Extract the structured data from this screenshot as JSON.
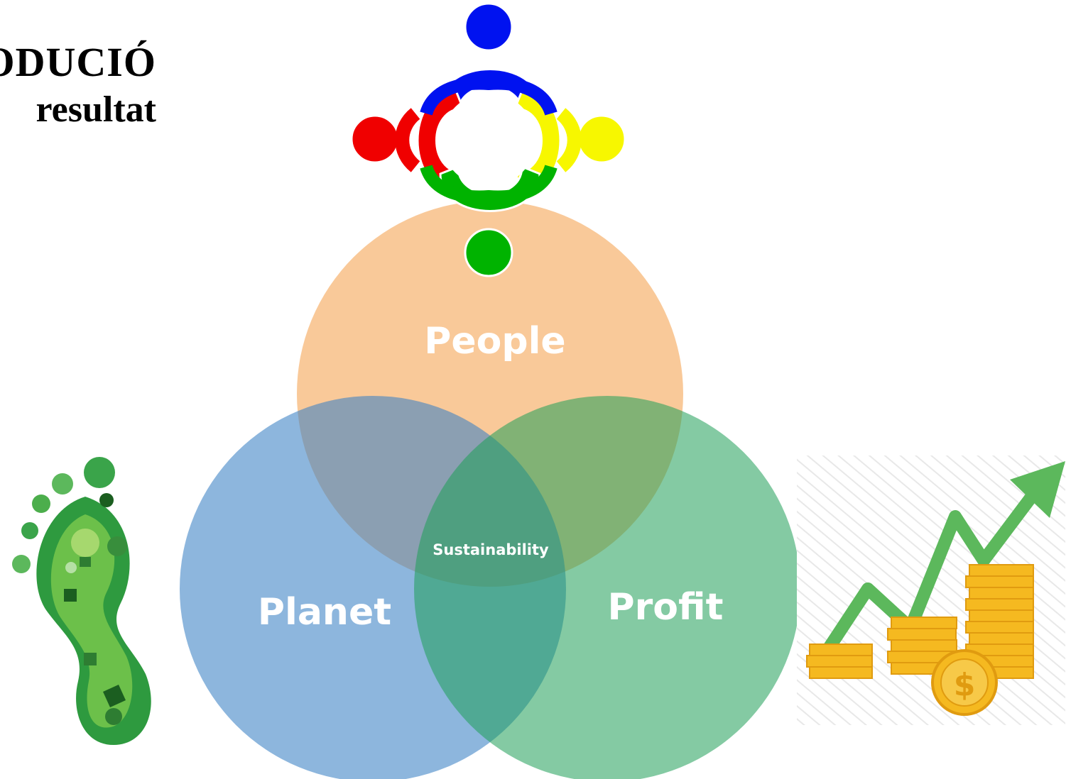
{
  "title": {
    "line1": "ODUCIÓ",
    "line2": "resultat"
  },
  "venn": {
    "people_label": "People",
    "planet_label": "Planet",
    "profit_label": "Profit",
    "center_label": "Sustainability",
    "colors": {
      "people": "#f5a85a",
      "planet": "#3b82c4",
      "profit": "#1f9e58"
    }
  },
  "illustrations": {
    "people_icon": "people-circle-icon",
    "footprint_icon": "eco-footprint-icon",
    "profit_icon": "coins-growth-chart-icon",
    "people_colors": [
      "#0012f0",
      "#f00000",
      "#f7f700",
      "#00b300"
    ]
  }
}
